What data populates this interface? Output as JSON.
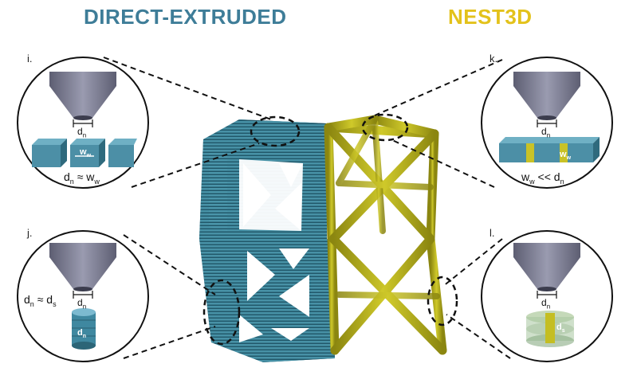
{
  "titles": {
    "left": "DIRECT-EXTRUDED",
    "right": "NEST3D"
  },
  "panels": {
    "i": {
      "label": "i.",
      "nozzle_dim": "d",
      "nozzle_sub": "n",
      "width_dim": "w",
      "width_sub": "w",
      "relation_lhs": "d",
      "relation_lhs_sub": "n",
      "relation_op": "≈",
      "relation_rhs": "w",
      "relation_rhs_sub": "w"
    },
    "j": {
      "label": "j.",
      "nozzle_dim": "d",
      "nozzle_sub": "n",
      "strand_dim": "d",
      "strand_sub": "n",
      "relation_lhs": "d",
      "relation_lhs_sub": "n",
      "relation_op": "≈",
      "relation_rhs": "d",
      "relation_rhs_sub": "s"
    },
    "k": {
      "label": "k.",
      "nozzle_dim": "d",
      "nozzle_sub": "n",
      "width_dim": "w",
      "width_sub": "w",
      "relation_lhs": "w",
      "relation_lhs_sub": "w",
      "relation_op": "<<",
      "relation_rhs": "d",
      "relation_rhs_sub": "n"
    },
    "l": {
      "label": "l.",
      "nozzle_dim": "d",
      "nozzle_sub": "n",
      "strand_dim": "d",
      "strand_sub": "s"
    }
  },
  "colors": {
    "teal": "#3a7d92",
    "teal_dark": "#1f5466",
    "yellow": "#b8b31c",
    "yellow_dark": "#7f7b0e",
    "nozzle": "#7a7b8f",
    "title_left": "#3e7d98",
    "title_right": "#e3c21b"
  }
}
